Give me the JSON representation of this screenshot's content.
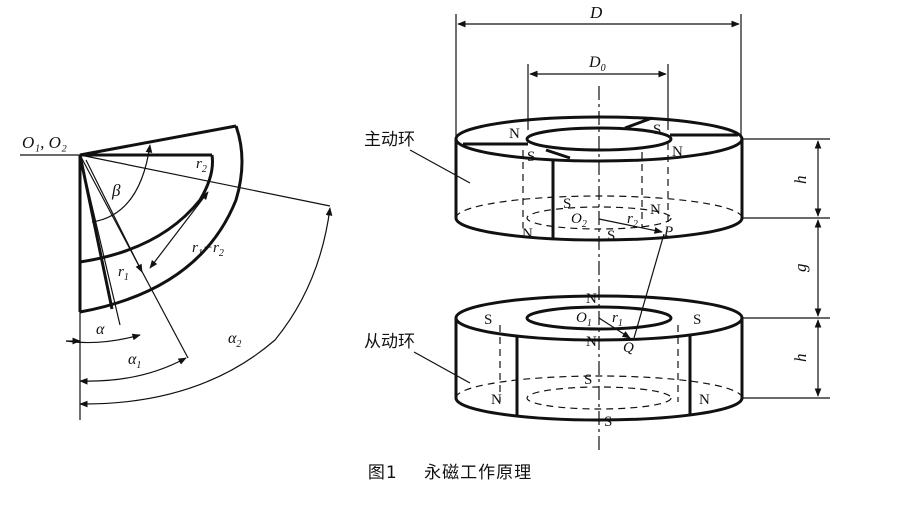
{
  "sector": {
    "center_label": "O₁, O₂",
    "r2": "r",
    "r2_sub": "2",
    "r1": "r",
    "r1_sub": "1",
    "r_diff": "r",
    "r_diff_sub1": "1",
    "r_diff_minus": "−r",
    "r_diff_sub2": "2",
    "beta": "β",
    "alpha": "α",
    "alpha1": "α",
    "alpha1_sub": "1",
    "alpha2": "α",
    "alpha2_sub": "2"
  },
  "rings": {
    "D": "D",
    "D0": "D",
    "D0_sub": "0",
    "h_top": "h",
    "g": "g",
    "h_bottom": "h",
    "driving_ring": "主动环",
    "driven_ring": "从动环",
    "O2": "O",
    "O2_sub": "2",
    "r2": "r",
    "r2_sub": "2",
    "P": "P",
    "O1": "O",
    "O1_sub": "1",
    "r1": "r",
    "r1_sub": "1",
    "Q": "Q",
    "poles": {
      "top_N_left": "N",
      "top_S_right": "S",
      "top_S_left": "S",
      "top_N_right": "N",
      "top_S_center": "S",
      "top_N_mid": "N",
      "top_N_bottom": "N",
      "top_S_bottom": "S",
      "bot_N_top": "N",
      "bot_S_left": "S",
      "bot_S_right": "S",
      "bot_N_mid": "N",
      "bot_S_mid": "S",
      "bot_N_left": "N",
      "bot_N_right": "N",
      "bot_S_bottom": "S"
    }
  },
  "caption": {
    "number": "图1",
    "title": "永磁工作原理"
  }
}
